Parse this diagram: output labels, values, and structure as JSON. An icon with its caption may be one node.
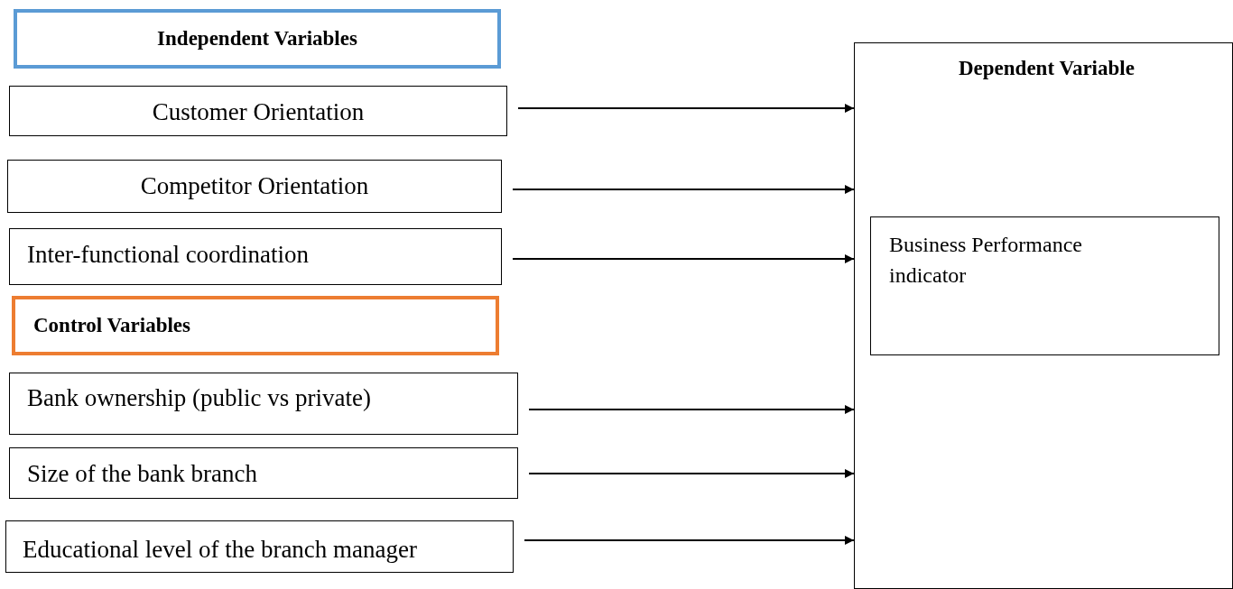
{
  "diagram": {
    "nodes": [
      {
        "text": [
          "Independent Variables"
        ]
      },
      {
        "text": [
          "Customer Orientation"
        ]
      },
      {
        "text": [
          "Competitor Orientation"
        ]
      },
      {
        "text": [
          "Inter-functional coordination"
        ]
      },
      {
        "text": [
          "Control Variables"
        ]
      },
      {
        "text": [
          "Bank ownership (public vs private)"
        ]
      },
      {
        "text": [
          "Size of the bank branch"
        ]
      },
      {
        "text": [
          "Educational level of the branch manager"
        ]
      },
      {
        "text": [
          "Dependent Variable"
        ]
      },
      {
        "text": [
          "Business Performance indicator"
        ],
        "in": 8
      }
    ],
    "edges": [
      {
        "from": 1,
        "to": 8,
        "arrow": "to"
      },
      {
        "from": 2,
        "to": 8,
        "arrow": "to"
      },
      {
        "from": 3,
        "to": 8,
        "arrow": "to"
      },
      {
        "from": 5,
        "to": 8,
        "arrow": "to"
      },
      {
        "from": 6,
        "to": 8,
        "arrow": "to"
      },
      {
        "from": 7,
        "to": 8,
        "arrow": "to"
      }
    ]
  }
}
